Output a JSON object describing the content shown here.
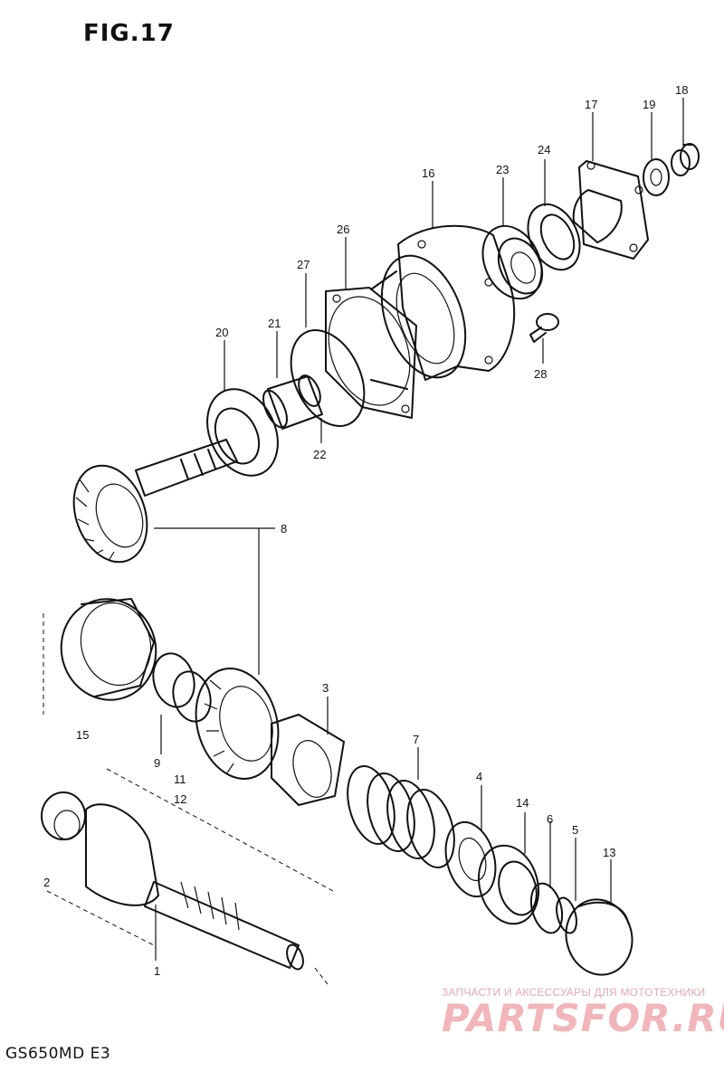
{
  "figure": {
    "title": "FIG.17",
    "model": "GS650MD E3"
  },
  "callouts": [
    "1",
    "2",
    "3",
    "4",
    "5",
    "6",
    "7",
    "8",
    "9",
    "11",
    "12",
    "13",
    "14",
    "15",
    "16",
    "17",
    "18",
    "19",
    "20",
    "21",
    "22",
    "23",
    "24",
    "26",
    "27",
    "28"
  ],
  "watermark": {
    "tagline": "ЗАПЧАСТИ И АКСЕССУАРЫ ДЛЯ МОТОТЕХНИКИ",
    "logo": "PARTSFOR.RU"
  }
}
